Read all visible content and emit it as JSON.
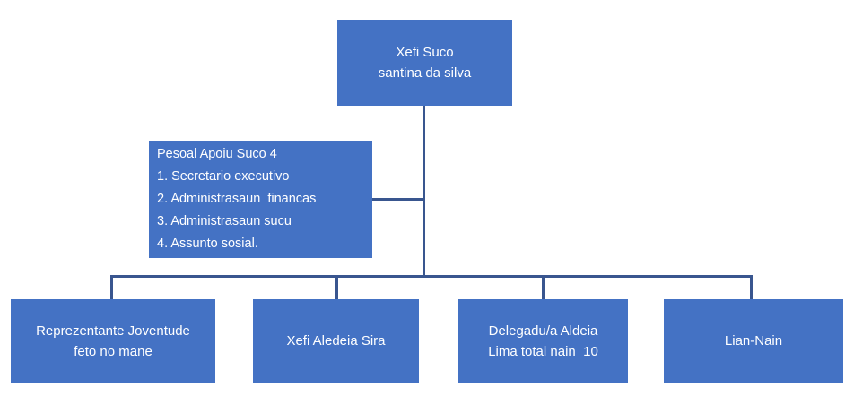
{
  "diagram": {
    "type": "organizational-chart",
    "colors": {
      "node_fill": "#4472C4",
      "node_text": "#FFFFFF",
      "connector": "#39568F",
      "background": "#FFFFFF"
    },
    "root": {
      "title": "Xefi Suco",
      "name": "santina da silva"
    },
    "staff": {
      "heading": "Pesoal Apoiu Suco 4",
      "items": [
        "1. Secretario executivo",
        "2. Administrasaun  financas",
        "3. Administrasaun sucu",
        "4. Assunto sosial."
      ]
    },
    "units": [
      {
        "line1": "Reprezentante Joventude",
        "line2": "feto no mane"
      },
      {
        "line1": "Xefi Aledeia Sira",
        "line2": ""
      },
      {
        "line1": "Delegadu/a Aldeia",
        "line2": "Lima total nain  10"
      },
      {
        "line1": "Lian-Nain",
        "line2": ""
      }
    ]
  }
}
